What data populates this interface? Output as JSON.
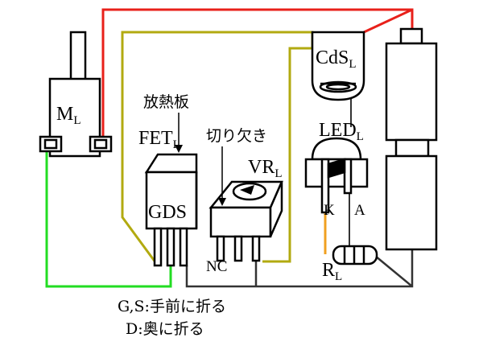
{
  "labels": {
    "motor": "M",
    "motor_sub": "L",
    "heatsink": "放熱板",
    "fet": "FET",
    "fet_sub": "L",
    "notch": "切り欠き",
    "vr": "VR",
    "vr_sub": "L",
    "gds": "GDS",
    "nc": "NC",
    "cds": "CdS",
    "cds_sub": "L",
    "led": "LED",
    "led_sub": "L",
    "led_k": "K",
    "led_a": "A",
    "resistor": "R",
    "resistor_sub": "L"
  },
  "notes": {
    "line1": "G,S:手前に折る",
    "line2": "D:奥に折る"
  },
  "wire_colors": {
    "red": "#e8201a",
    "olive": "#b2aa10",
    "green": "#22dd22",
    "black": "#333333",
    "orange": "#f0a020"
  }
}
